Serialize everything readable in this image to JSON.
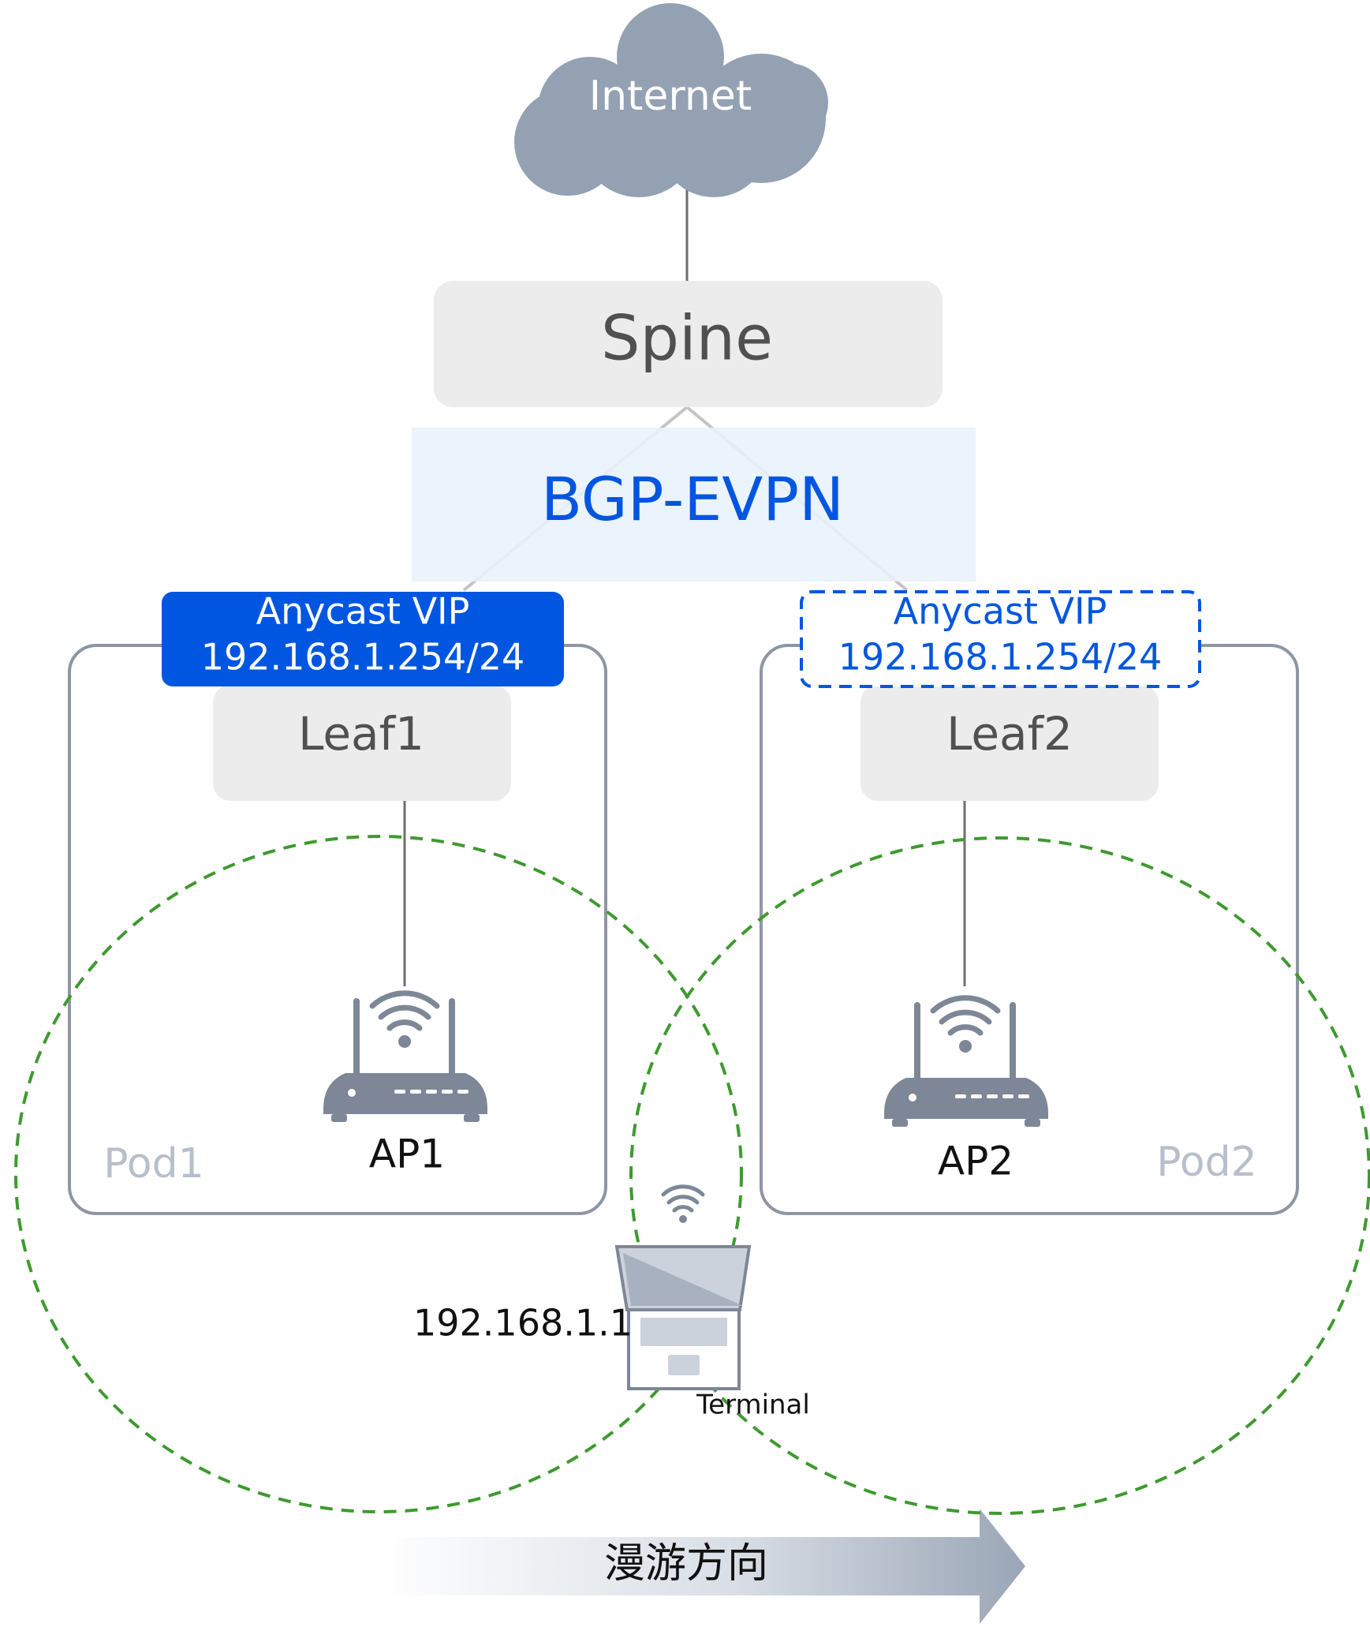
{
  "internet": {
    "label": "Internet"
  },
  "spine": {
    "label": "Spine"
  },
  "overlay": {
    "label": "BGP-EVPN"
  },
  "pods": [
    {
      "name": "Pod1",
      "leaf": "Leaf1",
      "vip_title": "Anycast VIP",
      "vip_addr": "192.168.1.254/24",
      "vip_state": "active",
      "ap": "AP1"
    },
    {
      "name": "Pod2",
      "leaf": "Leaf2",
      "vip_title": "Anycast VIP",
      "vip_addr": "192.168.1.254/24",
      "vip_state": "standby",
      "ap": "AP2"
    }
  ],
  "terminal": {
    "ip": "192.168.1.1",
    "label": "Terminal"
  },
  "roaming": {
    "label": "漫游方向"
  },
  "colors": {
    "cloud": "#93a1b3",
    "node_fill": "#ececec",
    "node_text": "#505050",
    "overlay_bg": "#e8f1fc",
    "accent_blue": "#0056e0",
    "pod_border": "#8e96a3",
    "pod_label": "#b7bfca",
    "coverage": "#3e9a2f",
    "device": "#7e8797",
    "link": "#6e6e6e"
  }
}
